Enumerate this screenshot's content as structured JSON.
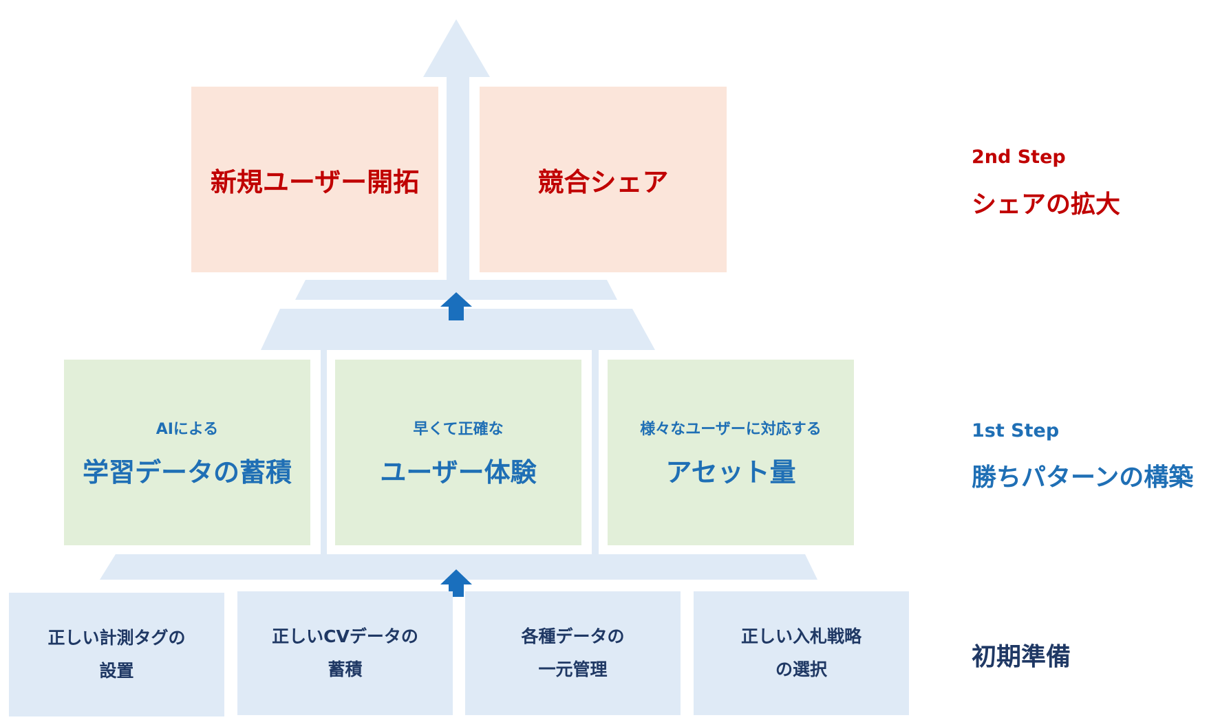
{
  "colors": {
    "arrow_band": "#dfeaf6",
    "small_arrow": "#1a6fbd",
    "red_box_bg": "#fbe5da",
    "red_text": "#c00000",
    "green_box_bg": "#e2efd9",
    "blue_text": "#1f6fb5",
    "base_box_bg": "#dfeaf6",
    "navy_text": "#1f3864"
  },
  "icons": [
    "arrow-up-icon",
    "arrow-up-icon"
  ],
  "step2": {
    "boxes": [
      "新規ユーザー開拓",
      "競合シェア"
    ],
    "label_num": "2nd Step",
    "label_title": "シェアの拡大"
  },
  "step1": {
    "boxes": [
      {
        "sub": "AIによる",
        "main": "学習データの蓄積"
      },
      {
        "sub": "早くて正確な",
        "main": "ユーザー体験"
      },
      {
        "sub": "様々なユーザーに対応する",
        "main": "アセット量"
      }
    ],
    "label_num": "1st Step",
    "label_title": "勝ちパターンの構築"
  },
  "base": {
    "boxes": [
      {
        "line1": "正しい計測タグの",
        "line2": "設置"
      },
      {
        "line1": "正しいCVデータの",
        "line2": "蓄積"
      },
      {
        "line1": "各種データの",
        "line2": "一元管理"
      },
      {
        "line1": "正しい入札戦略",
        "line2": "の選択"
      }
    ],
    "label_title": "初期準備"
  }
}
